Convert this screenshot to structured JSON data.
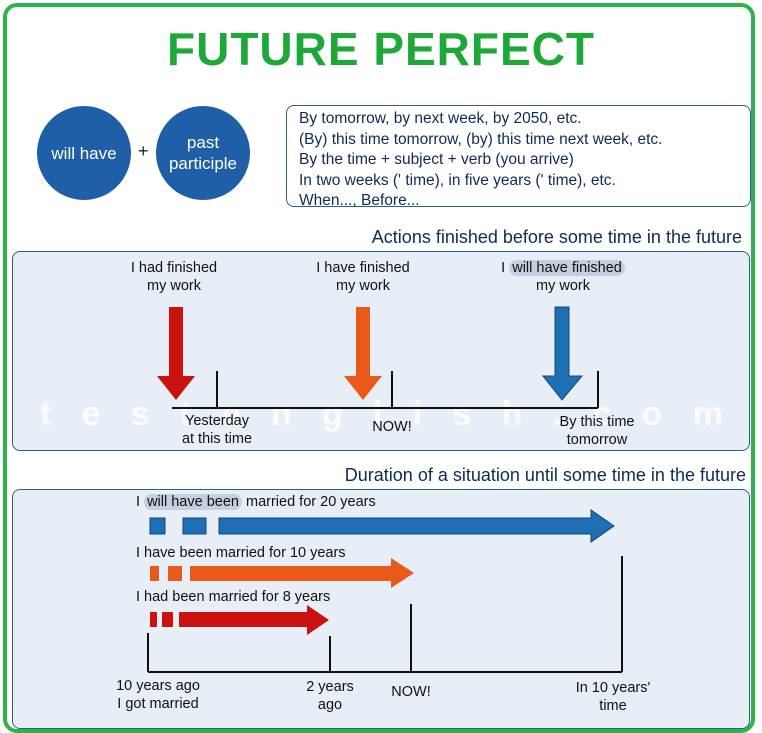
{
  "title": "FUTURE PERFECT",
  "formula": {
    "part1": "will have",
    "plus": "+",
    "part2_line1": "past",
    "part2_line2": "participle"
  },
  "time_expressions": [
    "By tomorrow, by next week, by 2050, etc.",
    "(By) this time tomorrow, (by) this time next week, etc.",
    "By the time + subject + verb (you arrive)",
    "In two weeks (' time), in five years (' time), etc.",
    "When..., Before..."
  ],
  "section1": {
    "heading": "Actions finished before some time in the future",
    "past_perfect_line1": "I had finished",
    "past_perfect_line2": "my work",
    "present_perfect_line1": "I have finished",
    "present_perfect_line2": "my work",
    "future_perfect_subject": "I",
    "future_perfect_highlight": "will have finished",
    "future_perfect_line2": "my work",
    "timeline_yesterday_line1": "Yesterday",
    "timeline_yesterday_line2": "at this time",
    "timeline_now": "NOW!",
    "timeline_tomorrow_line1": "By this time",
    "timeline_tomorrow_line2": "tomorrow",
    "watermark": "testenglish.com"
  },
  "section2": {
    "heading": "Duration of a situation until some time in the future",
    "future_subject": "I",
    "future_highlight": "will have been",
    "future_rest": "married for 20 years",
    "present_text": "I have been married for 10 years",
    "past_text": "I had been married for 8 years",
    "timeline_ago_line1": "10 years ago",
    "timeline_ago_line2": "I got married",
    "timeline_2years_line1": "2 years",
    "timeline_2years_line2": "ago",
    "timeline_now": "NOW!",
    "timeline_future_line1": "In 10 years'",
    "timeline_future_line2": "time"
  },
  "colors": {
    "title_green": "#1fa83a",
    "frame_green": "#2db34a",
    "blue": "#1f6fb5",
    "orange": "#e8591a",
    "red": "#cc1111",
    "panel_bg": "#e8eef6"
  }
}
